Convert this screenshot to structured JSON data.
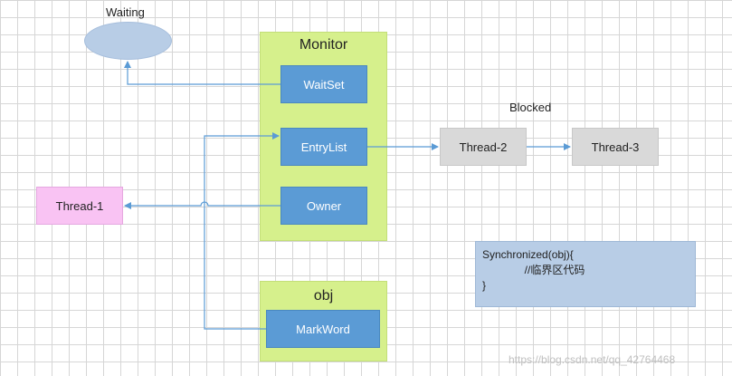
{
  "labels": {
    "waiting": "Waiting",
    "blocked": "Blocked"
  },
  "monitor": {
    "title": "Monitor",
    "wait_set": "WaitSet",
    "entry_list": "EntryList",
    "owner": "Owner"
  },
  "obj": {
    "title": "obj",
    "mark_word": "MarkWord"
  },
  "threads": {
    "t1": "Thread-1",
    "t2": "Thread-2",
    "t3": "Thread-3"
  },
  "code": {
    "line1": "Synchronized(obj){",
    "line2": "              //临界区代码",
    "line3": "}"
  },
  "watermark": "https://blog.csdn.net/qq_42764468",
  "colors": {
    "panel": "#d6f08c",
    "box_blue": "#5b9bd5",
    "thread_gray": "#d9d9d9",
    "thread_pink": "#f9c3f3",
    "ellipse": "#b8cde6",
    "code_bg": "#b8cde6",
    "arrow": "#5b9bd5"
  }
}
